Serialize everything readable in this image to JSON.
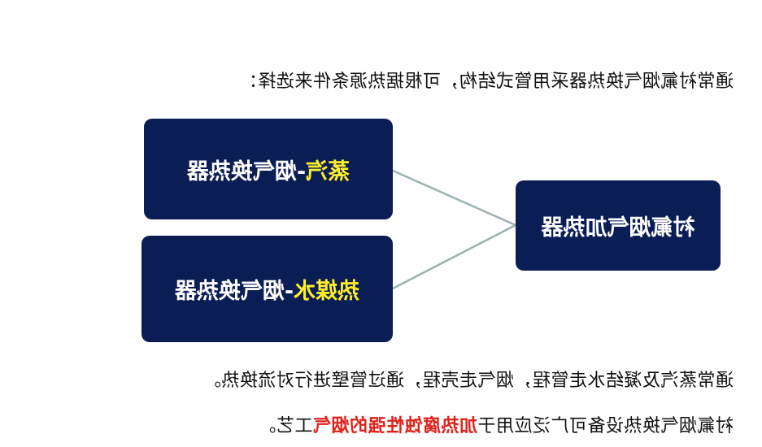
{
  "intro": "通常衬氟烟气换热器采用管式结构，可根据热源条件来选择：",
  "diagram": {
    "target": "衬氟烟气加热器",
    "sources": [
      {
        "highlight": "蒸汽",
        "rest": "-烟气换热器"
      },
      {
        "highlight": "热媒水",
        "rest": "-烟气换热器"
      }
    ],
    "colors": {
      "box_fill": "#0a1d55",
      "box_text": "#ffffff",
      "highlight_text": "#ffee2a",
      "connector": "#9fb0b2"
    }
  },
  "description": "通常蒸汽及凝结水走管程，烟气走壳程，通过管壁进行对流换热。",
  "note": {
    "prefix": "衬氟烟气换热设备可广泛应用于",
    "highlight": "加热腐蚀性强的烟气",
    "suffix": "工艺。",
    "highlight_color": "#e0201b"
  }
}
